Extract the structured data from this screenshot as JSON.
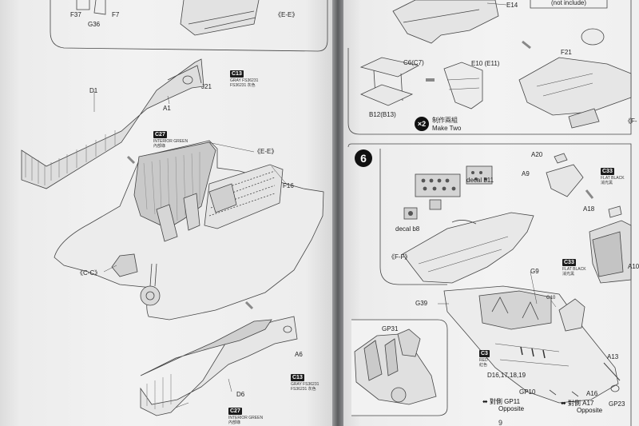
{
  "page_number": "9",
  "left_page": {
    "top_labels": {
      "f37": "F37",
      "f7": "F7",
      "g36": "G36",
      "ee_top": "《E-E》"
    },
    "parts": {
      "d1": "D1",
      "a1": "A1",
      "j21": "J21",
      "ee_mid": "《E-E》",
      "f16": "F16",
      "cc": "《C-C》",
      "a6": "A6",
      "d6": "D6"
    },
    "paints": [
      {
        "code": "C13",
        "desc": "GRAY FS36231",
        "desc2": "FS36231 灰色"
      },
      {
        "code": "C27",
        "desc": "INTERIOR GREEN",
        "desc2": "內部綠"
      },
      {
        "code": "C13",
        "desc": "GRAY FS36231",
        "desc2": "FS36231 灰色"
      },
      {
        "code": "C27",
        "desc": "INTERIOR GREEN",
        "desc2": "內部綠"
      }
    ]
  },
  "right_page": {
    "top": {
      "e14": "E14",
      "not_include": "(not include)",
      "f21": "F21",
      "ff_edge": "《F-"
    },
    "subassembly": {
      "c6c7": "C6(C7)",
      "e10e11": "E10 (E11)",
      "b12b13": "B12(B13)",
      "multiplier": "×2",
      "make_two_cn": "制作兩組",
      "make_two": "Make Two"
    },
    "step6": {
      "step_number": "6",
      "a20": "A20",
      "a9": "A9",
      "a18": "A18",
      "a10": "A10",
      "decal_b11": "decal b11",
      "decal_b8": "decal b8",
      "ff": "《F-F》",
      "g9": "G9",
      "g10": "G10",
      "g39": "G39",
      "gp31": "GP31",
      "a13": "A13",
      "d16": "D16,17,18,19",
      "gp10": "GP10",
      "gp11": "對側 GP11",
      "opposite1": "Opposite",
      "a16": "A16",
      "a17": "對側 A17",
      "opposite2": "Opposite",
      "gp23": "GP23",
      "paints": [
        {
          "code": "C33",
          "desc": "FLAT BLACK",
          "desc2": "消光黑"
        },
        {
          "code": "C33",
          "desc": "FLAT BLACK",
          "desc2": "消光黑"
        },
        {
          "code": "C3",
          "desc": "RED",
          "desc2": "紅色"
        }
      ]
    }
  }
}
